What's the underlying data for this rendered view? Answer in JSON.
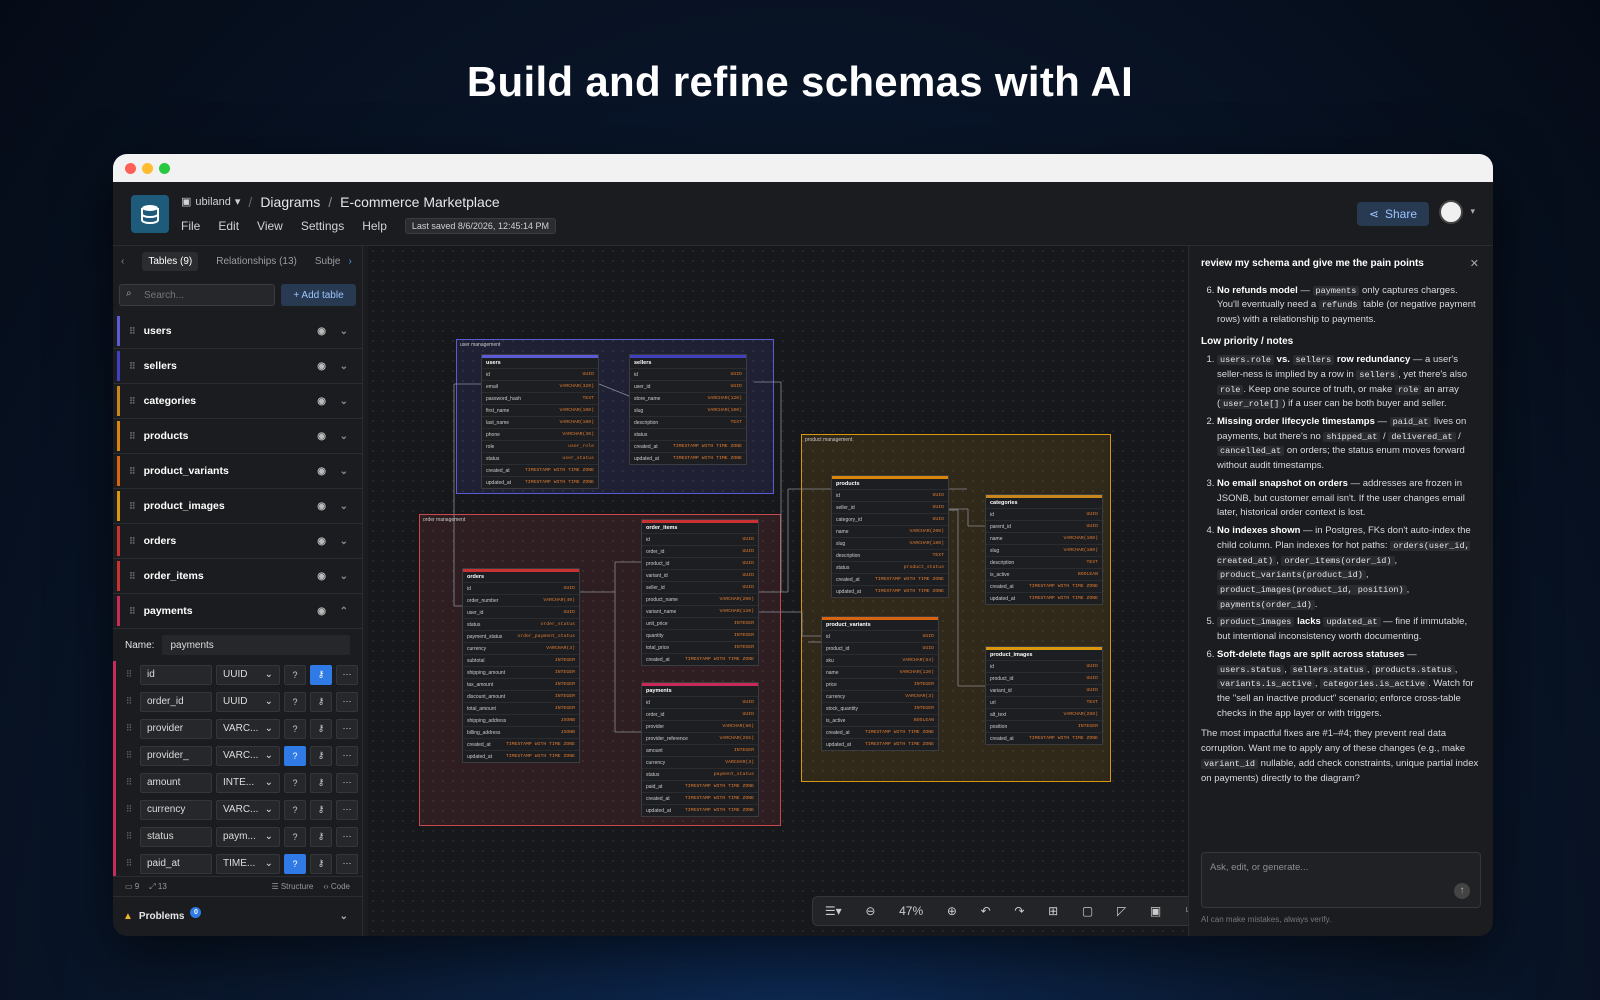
{
  "headline": "Build and refine schemas with AI",
  "header": {
    "workspace": "ubiland",
    "section": "Diagrams",
    "diagram": "E-commerce Marketplace",
    "menus": [
      "File",
      "Edit",
      "View",
      "Settings",
      "Help"
    ],
    "saved": "Last saved 8/6/2026, 12:45:14 PM",
    "share": "Share"
  },
  "sidebar": {
    "tabs": [
      "Tables (9)",
      "Relationships (13)",
      "Subje"
    ],
    "search_placeholder": "Search...",
    "add_table": "+ Add table",
    "tables": [
      {
        "name": "users",
        "color": "#5b5bd6"
      },
      {
        "name": "sellers",
        "color": "#4040c0"
      },
      {
        "name": "categories",
        "color": "#c8871a"
      },
      {
        "name": "products",
        "color": "#d9860f"
      },
      {
        "name": "product_variants",
        "color": "#d9640f"
      },
      {
        "name": "product_images",
        "color": "#d9960f"
      },
      {
        "name": "orders",
        "color": "#c83232"
      },
      {
        "name": "order_items",
        "color": "#c83232"
      },
      {
        "name": "payments",
        "color": "#c82a5a"
      }
    ],
    "name_label": "Name:",
    "name_value": "payments",
    "fields": [
      {
        "name": "id",
        "type": "UUID",
        "q": false,
        "key": true
      },
      {
        "name": "order_id",
        "type": "UUID",
        "q": false,
        "key": false
      },
      {
        "name": "provider",
        "type": "VARC...",
        "q": false,
        "key": false
      },
      {
        "name": "provider_",
        "type": "VARC...",
        "q": true,
        "key": false
      },
      {
        "name": "amount",
        "type": "INTE...",
        "q": false,
        "key": false
      },
      {
        "name": "currency",
        "type": "VARC...",
        "q": false,
        "key": false
      },
      {
        "name": "status",
        "type": "paym...",
        "q": false,
        "key": false
      },
      {
        "name": "paid_at",
        "type": "TIME...",
        "q": true,
        "key": false
      }
    ],
    "footer": {
      "tables": "9",
      "rels": "13",
      "structure": "Structure",
      "code": "Code"
    },
    "problems": "Problems",
    "problems_count": "0"
  },
  "canvas": {
    "groups": [
      {
        "label": "user management",
        "color": "#5b5bd6"
      },
      {
        "label": "order management",
        "color": "#c84a4a"
      },
      {
        "label": "product management",
        "color": "#d9960f"
      }
    ],
    "entities": [
      {
        "name": "users",
        "color": "#5b5bd6",
        "rows": [
          [
            "id",
            "UUID"
          ],
          [
            "email",
            "VARCHAR(320)"
          ],
          [
            "password_hash",
            "TEXT"
          ],
          [
            "first_name",
            "VARCHAR(100)"
          ],
          [
            "last_name",
            "VARCHAR(100)"
          ],
          [
            "phone",
            "VARCHAR(30)"
          ],
          [
            "role",
            "user_role"
          ],
          [
            "status",
            "user_status"
          ],
          [
            "created_at",
            "TIMESTAMP WITH TIME ZONE"
          ],
          [
            "updated_at",
            "TIMESTAMP WITH TIME ZONE"
          ]
        ]
      },
      {
        "name": "sellers",
        "color": "#4040c0",
        "rows": [
          [
            "id",
            "UUID"
          ],
          [
            "user_id",
            "UUID"
          ],
          [
            "store_name",
            "VARCHAR(120)"
          ],
          [
            "slug",
            "VARCHAR(100)"
          ],
          [
            "description",
            "TEXT"
          ],
          [
            "status",
            ""
          ],
          [
            "created_at",
            "TIMESTAMP WITH TIME ZONE"
          ],
          [
            "updated_at",
            "TIMESTAMP WITH TIME ZONE"
          ]
        ]
      },
      {
        "name": "order_items",
        "color": "#c83232",
        "rows": [
          [
            "id",
            "UUID"
          ],
          [
            "order_id",
            "UUID"
          ],
          [
            "product_id",
            "UUID"
          ],
          [
            "variant_id",
            "UUID"
          ],
          [
            "seller_id",
            "UUID"
          ],
          [
            "product_name",
            "VARCHAR(200)"
          ],
          [
            "variant_name",
            "VARCHAR(120)"
          ],
          [
            "unit_price",
            "INTEGER"
          ],
          [
            "quantity",
            "INTEGER"
          ],
          [
            "total_price",
            "INTEGER"
          ],
          [
            "created_at",
            "TIMESTAMP WITH TIME ZONE"
          ]
        ]
      },
      {
        "name": "orders",
        "color": "#c83232",
        "rows": [
          [
            "id",
            "UUID"
          ],
          [
            "order_number",
            "VARCHAR(40)"
          ],
          [
            "user_id",
            "UUID"
          ],
          [
            "status",
            "order_status"
          ],
          [
            "payment_status",
            "order_payment_status"
          ],
          [
            "currency",
            "VARCHAR(3)"
          ],
          [
            "subtotal",
            "INTEGER"
          ],
          [
            "shipping_amount",
            "INTEGER"
          ],
          [
            "tax_amount",
            "INTEGER"
          ],
          [
            "discount_amount",
            "INTEGER"
          ],
          [
            "total_amount",
            "INTEGER"
          ],
          [
            "shipping_address",
            "JSONB"
          ],
          [
            "billing_address",
            "JSONB"
          ],
          [
            "created_at",
            "TIMESTAMP WITH TIME ZONE"
          ],
          [
            "updated_at",
            "TIMESTAMP WITH TIME ZONE"
          ]
        ]
      },
      {
        "name": "payments",
        "color": "#c82a5a",
        "rows": [
          [
            "id",
            "UUID"
          ],
          [
            "order_id",
            "UUID"
          ],
          [
            "provider",
            "VARCHAR(80)"
          ],
          [
            "provider_reference",
            "VARCHAR(255)"
          ],
          [
            "amount",
            "INTEGER"
          ],
          [
            "currency",
            "VARCHAR(3)"
          ],
          [
            "status",
            "payment_status"
          ],
          [
            "paid_at",
            "TIMESTAMP WITH TIME ZONE"
          ],
          [
            "created_at",
            "TIMESTAMP WITH TIME ZONE"
          ],
          [
            "updated_at",
            "TIMESTAMP WITH TIME ZONE"
          ]
        ]
      },
      {
        "name": "products",
        "color": "#d9860f",
        "rows": [
          [
            "id",
            "UUID"
          ],
          [
            "seller_id",
            "UUID"
          ],
          [
            "category_id",
            "UUID"
          ],
          [
            "name",
            "VARCHAR(200)"
          ],
          [
            "slug",
            "VARCHAR(180)"
          ],
          [
            "description",
            "TEXT"
          ],
          [
            "status",
            "product_status"
          ],
          [
            "created_at",
            "TIMESTAMP WITH TIME ZONE"
          ],
          [
            "updated_at",
            "TIMESTAMP WITH TIME ZONE"
          ]
        ]
      },
      {
        "name": "categories",
        "color": "#c8871a",
        "rows": [
          [
            "id",
            "UUID"
          ],
          [
            "parent_id",
            "UUID"
          ],
          [
            "name",
            "VARCHAR(100)"
          ],
          [
            "slug",
            "VARCHAR(100)"
          ],
          [
            "description",
            "TEXT"
          ],
          [
            "is_active",
            "BOOLEAN"
          ],
          [
            "created_at",
            "TIMESTAMP WITH TIME ZONE"
          ],
          [
            "updated_at",
            "TIMESTAMP WITH TIME ZONE"
          ]
        ]
      },
      {
        "name": "product_variants",
        "color": "#d9640f",
        "rows": [
          [
            "id",
            "UUID"
          ],
          [
            "product_id",
            "UUID"
          ],
          [
            "sku",
            "VARCHAR(64)"
          ],
          [
            "name",
            "VARCHAR(120)"
          ],
          [
            "price",
            "INTEGER"
          ],
          [
            "currency",
            "VARCHAR(3)"
          ],
          [
            "stock_quantity",
            "INTEGER"
          ],
          [
            "is_active",
            "BOOLEAN"
          ],
          [
            "created_at",
            "TIMESTAMP WITH TIME ZONE"
          ],
          [
            "updated_at",
            "TIMESTAMP WITH TIME ZONE"
          ]
        ]
      },
      {
        "name": "product_images",
        "color": "#d9960f",
        "rows": [
          [
            "id",
            "UUID"
          ],
          [
            "product_id",
            "UUID"
          ],
          [
            "variant_id",
            "UUID"
          ],
          [
            "url",
            "TEXT"
          ],
          [
            "alt_text",
            "VARCHAR(250)"
          ],
          [
            "position",
            "INTEGER"
          ],
          [
            "created_at",
            "TIMESTAMP WITH TIME ZONE"
          ]
        ]
      }
    ],
    "zoom": "47%"
  },
  "chat": {
    "question": "review my schema and give me the pain points",
    "placeholder": "Ask, edit, or generate...",
    "disclaimer": "AI can make mistakes, always verify."
  }
}
